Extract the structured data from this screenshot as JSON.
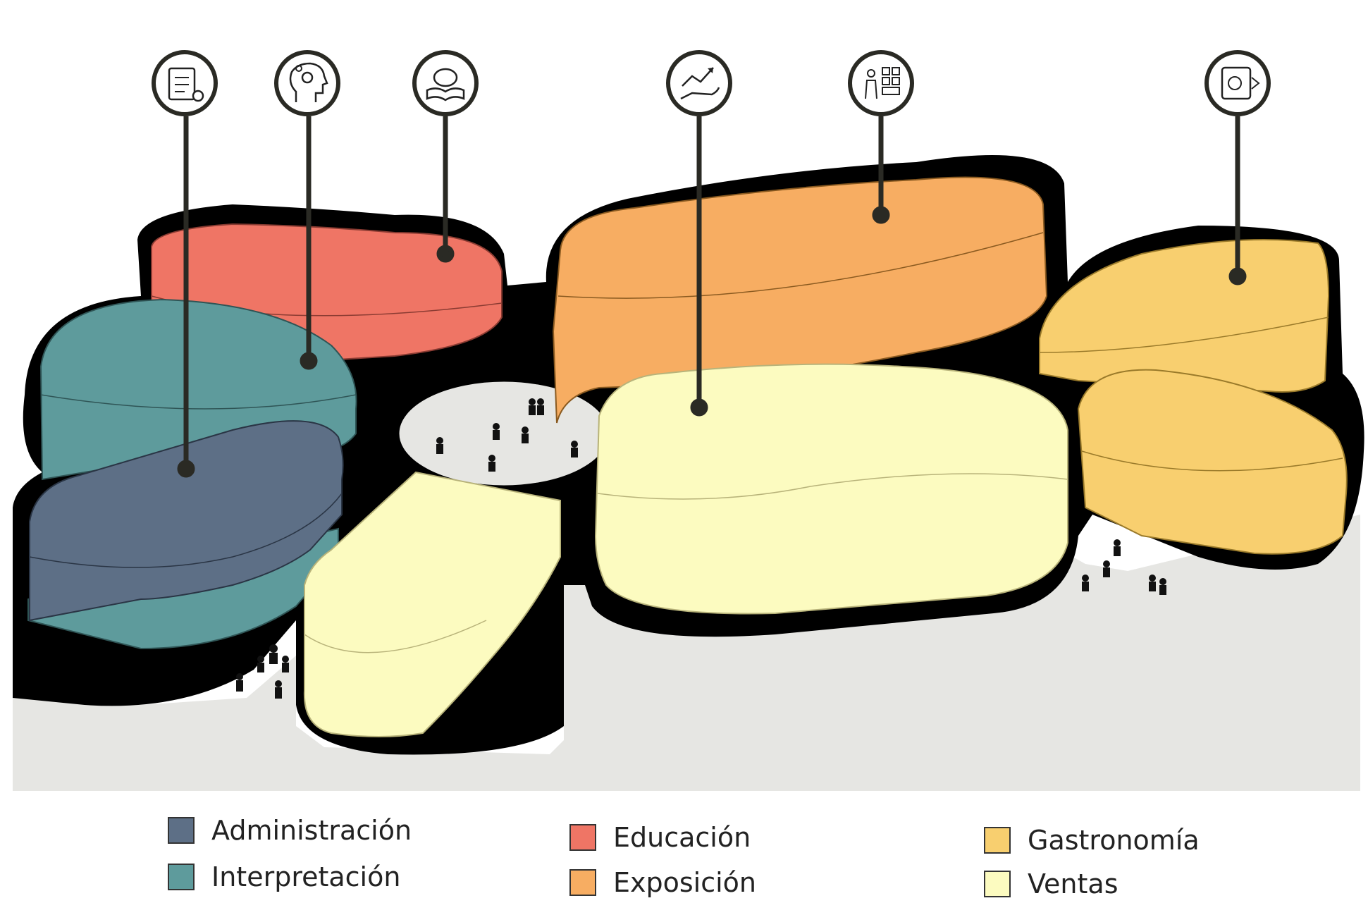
{
  "diagram": {
    "colors": {
      "administracion": "#5d6f86",
      "interpretacion": "#5e9b9c",
      "educacion": "#ef7565",
      "exposicion": "#f7ad62",
      "gastronomia": "#f8cf6f",
      "ventas": "#fcfbc0",
      "ground": "#e6e6e3",
      "outline": "#000000",
      "leader": "#2a2a24"
    },
    "icons": [
      {
        "name": "checklist-gear-icon",
        "zone": "administracion"
      },
      {
        "name": "head-gears-icon",
        "zone": "interpretacion"
      },
      {
        "name": "brain-book-icon",
        "zone": "educacion"
      },
      {
        "name": "hand-growth-chart-icon",
        "zone": "ventas"
      },
      {
        "name": "person-gallery-icon",
        "zone": "exposicion"
      },
      {
        "name": "food-tablet-icon",
        "zone": "gastronomia"
      }
    ]
  },
  "legend": {
    "items": [
      {
        "label": "Administración",
        "color": "#5d6f86"
      },
      {
        "label": "Interpretación",
        "color": "#5e9b9c"
      },
      {
        "label": "Educación",
        "color": "#ef7565"
      },
      {
        "label": "Exposición",
        "color": "#f7ad62"
      },
      {
        "label": "Gastronomía",
        "color": "#f8cf6f"
      },
      {
        "label": "Ventas",
        "color": "#fcfbc0"
      }
    ]
  }
}
